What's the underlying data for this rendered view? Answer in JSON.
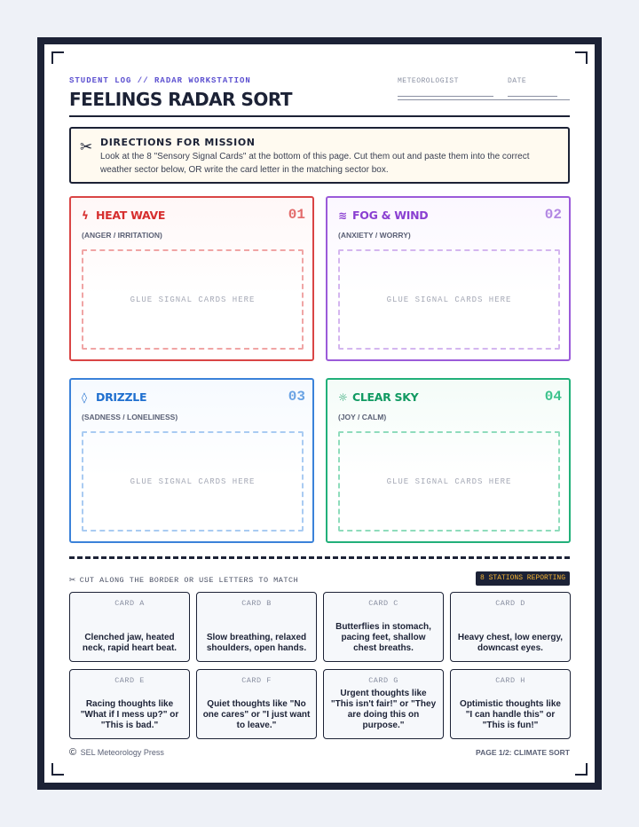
{
  "header": {
    "kicker": "STUDENT LOG // RADAR WORKSTATION",
    "title": "FEELINGS RADAR SORT",
    "meteorologist_label": "METEOROLOGIST",
    "date_label": "DATE"
  },
  "directions": {
    "heading": "DIRECTIONS FOR MISSION",
    "text": "Look at the 8 \"Sensory Signal Cards\" at the bottom of this page. Cut them out and paste them into the correct weather sector below, OR write the card letter in the matching sector box."
  },
  "sectors": [
    {
      "icon": "lightning-icon",
      "glyph": "ϟ",
      "name": "HEAT WAVE",
      "number": "01",
      "subtitle": "(ANGER / IRRITATION)",
      "glue": "GLUE SIGNAL CARDS HERE",
      "color": "#d62e2e"
    },
    {
      "icon": "wind-icon",
      "glyph": "≋",
      "name": "FOG & WIND",
      "number": "02",
      "subtitle": "(ANXIETY / WORRY)",
      "glue": "GLUE SIGNAL CARDS HERE",
      "color": "#8a3fd1"
    },
    {
      "icon": "droplet-icon",
      "glyph": "◊",
      "name": "DRIZZLE",
      "number": "03",
      "subtitle": "(SADNESS / LONELINESS)",
      "glue": "GLUE SIGNAL CARDS HERE",
      "color": "#1f6fcf"
    },
    {
      "icon": "sun-icon",
      "glyph": "☼",
      "name": "CLEAR SKY",
      "number": "04",
      "subtitle": "(JOY / CALM)",
      "glue": "GLUE SIGNAL CARDS HERE",
      "color": "#119a62"
    }
  ],
  "cut_section": {
    "instruction": "CUT ALONG THE BORDER OR USE LETTERS TO MATCH",
    "badge": "8 STATIONS REPORTING"
  },
  "cards": [
    {
      "label": "CARD A",
      "text": "Clenched jaw, heated neck, rapid heart beat."
    },
    {
      "label": "CARD B",
      "text": "Slow breathing, relaxed shoulders, open hands."
    },
    {
      "label": "CARD C",
      "text": "Butterflies in stomach, pacing feet, shallow chest breaths."
    },
    {
      "label": "CARD D",
      "text": "Heavy chest, low energy, downcast eyes."
    },
    {
      "label": "CARD E",
      "text": "Racing thoughts like \"What if I mess up?\" or \"This is bad.\""
    },
    {
      "label": "CARD F",
      "text": "Quiet thoughts like \"No one cares\" or \"I just want to leave.\""
    },
    {
      "label": "CARD G",
      "text": "Urgent thoughts like \"This isn't fair!\" or \"They are doing this on purpose.\""
    },
    {
      "label": "CARD H",
      "text": "Optimistic thoughts like \"I can handle this\" or \"This is fun!\""
    }
  ],
  "footer": {
    "copyright_symbol": "©",
    "publisher": "SEL Meteorology Press",
    "page": "PAGE 1/2: CLIMATE SORT"
  }
}
